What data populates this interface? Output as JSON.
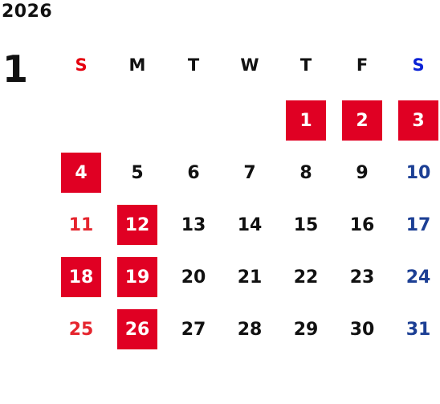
{
  "calendar": {
    "year": "2026",
    "month": "1",
    "weekdays": [
      "S",
      "M",
      "T",
      "W",
      "T",
      "F",
      "S"
    ],
    "leading_blank_days": 4,
    "days": [
      "1",
      "2",
      "3",
      "4",
      "5",
      "6",
      "7",
      "8",
      "9",
      "10",
      "11",
      "12",
      "13",
      "14",
      "15",
      "16",
      "17",
      "18",
      "19",
      "20",
      "21",
      "22",
      "23",
      "24",
      "25",
      "26",
      "27",
      "28",
      "29",
      "30",
      "31"
    ],
    "highlighted_days": [
      "1",
      "2",
      "3",
      "4",
      "12",
      "18",
      "19",
      "26"
    ],
    "colors": {
      "sunday_text": "#e5252e",
      "saturday_text": "#1c3f94",
      "highlight_bg": "#e00023",
      "highlight_text": "#ffffff",
      "default_text": "#111111"
    }
  }
}
